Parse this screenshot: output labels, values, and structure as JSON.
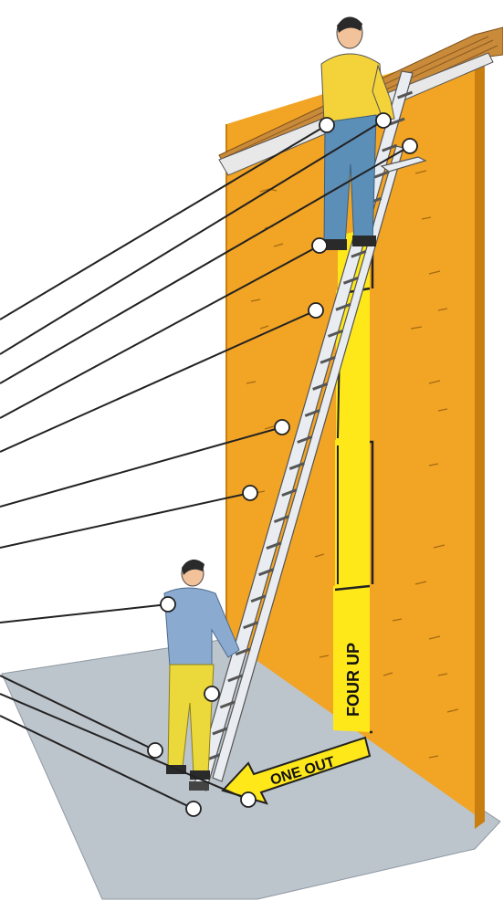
{
  "labels": {
    "four_up": "FOUR UP",
    "one_out": "ONE OUT"
  },
  "colors": {
    "wall": "#F2A424",
    "wall_edge": "#C97E10",
    "rise_marker": "#FFE81A",
    "ground": "#BCC4CC",
    "ladder": "#E9EDF1",
    "leader_line": "#222222",
    "roof": "#C98A3A",
    "shirt_top": "#F4D23A",
    "jeans": "#5C8FB8",
    "shirt_bottom": "#8AAAD0",
    "trousers_bottom": "#EBD83A"
  },
  "callouts": {
    "count": 12
  }
}
